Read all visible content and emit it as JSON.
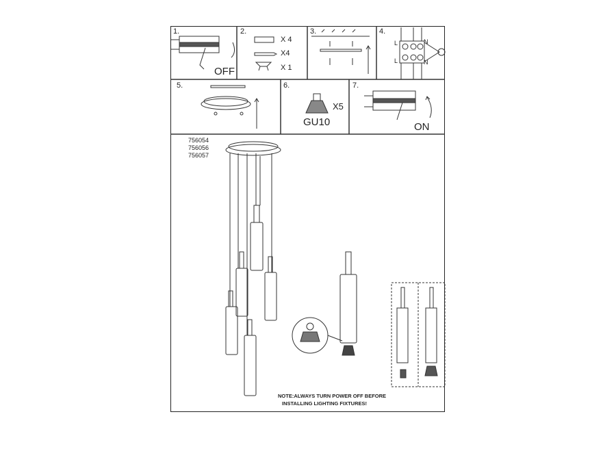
{
  "steps": [
    {
      "num": "1.",
      "label": "OFF"
    },
    {
      "num": "2.",
      "items": [
        "X 4",
        "X4",
        "X 1"
      ]
    },
    {
      "num": "3."
    },
    {
      "num": "4.",
      "terminals": [
        "L",
        "N",
        "L",
        "N"
      ]
    },
    {
      "num": "5."
    },
    {
      "num": "6.",
      "count": "X5",
      "bulb": "GU10"
    },
    {
      "num": "7.",
      "label": "ON"
    }
  ],
  "models": [
    "756054",
    "756056",
    "756057"
  ],
  "note": [
    "NOTE:ALWAYS TURN POWER OFF BEFORE",
    "INSTALLING LIGHTING FIXTURES!"
  ]
}
